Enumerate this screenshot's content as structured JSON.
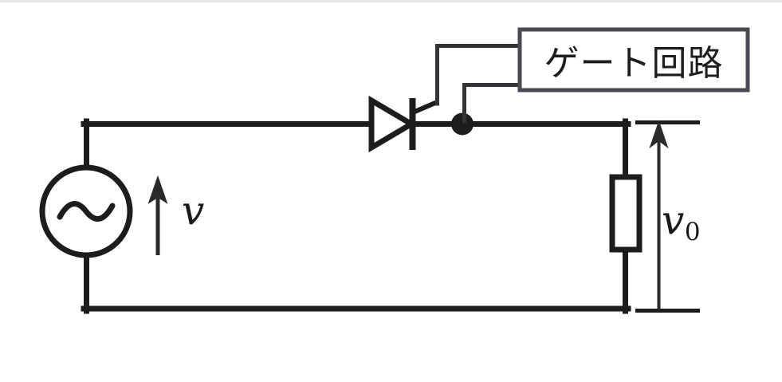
{
  "figure": {
    "kind": "circuit-schematic",
    "title": "Thyristor phase-control circuit",
    "background_color": "#ffffff",
    "line_color": "#1d1d1d",
    "text_color": "#1a1a1a"
  },
  "components": {
    "ac_source": {
      "name": "ac-voltage-source",
      "symbol": "sine-wave-in-circle",
      "label": ""
    },
    "thyristor": {
      "name": "thyristor",
      "symbol": "scr-triangle-with-cathode-bar-and-gate",
      "label": ""
    },
    "resistor": {
      "name": "resistor",
      "symbol": "rectangle-iec",
      "label": ""
    },
    "junction": {
      "name": "junction-dot",
      "symbol": "filled-circle"
    }
  },
  "gate_box": {
    "label": "ゲート回路",
    "border_color": "#4a4a52",
    "fill_color": "#ffffff"
  },
  "labels": {
    "source_voltage": {
      "symbol": "v",
      "subscript": "",
      "arrow": "up"
    },
    "output_voltage": {
      "symbol": "v",
      "subscript": "0",
      "arrow": "up"
    }
  }
}
